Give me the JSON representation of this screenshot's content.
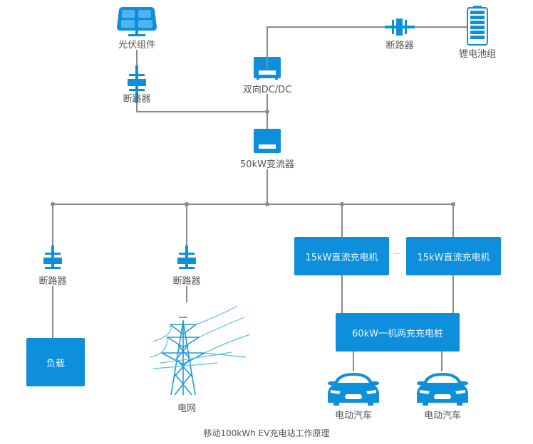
{
  "title": "移动100kWh EV充电站工作原理",
  "colors": {
    "accent": "#0d8fdb",
    "line": "#8a8a8a",
    "text": "#555555"
  },
  "nodes": {
    "pv": {
      "label": "光伏组件",
      "icon": "solar-panel-icon"
    },
    "pv_breaker": {
      "label": "断路器",
      "icon": "breaker-icon"
    },
    "bidirectional_dcdc": {
      "label": "双向DC/DC",
      "icon": "converter-icon"
    },
    "battery_breaker": {
      "label": "断路器",
      "icon": "breaker-icon"
    },
    "battery": {
      "label": "锂电池组",
      "icon": "battery-icon"
    },
    "inverter": {
      "label": "50kW变流器",
      "icon": "converter-icon"
    },
    "load_breaker": {
      "label": "断路器",
      "icon": "breaker-icon"
    },
    "load": {
      "label": "负载"
    },
    "grid_breaker": {
      "label": "断路器",
      "icon": "breaker-icon"
    },
    "grid": {
      "label": "电网",
      "icon": "power-tower-icon"
    },
    "charger1": {
      "label": "15kW直流充电机"
    },
    "ellipsis": "···",
    "charger2": {
      "label": "15kW直流充电机"
    },
    "pile": {
      "label": "60kW一机两充充电桩"
    },
    "ev1": {
      "label": "电动汽车",
      "icon": "car-icon"
    },
    "ev2": {
      "label": "电动汽车",
      "icon": "car-icon"
    }
  }
}
